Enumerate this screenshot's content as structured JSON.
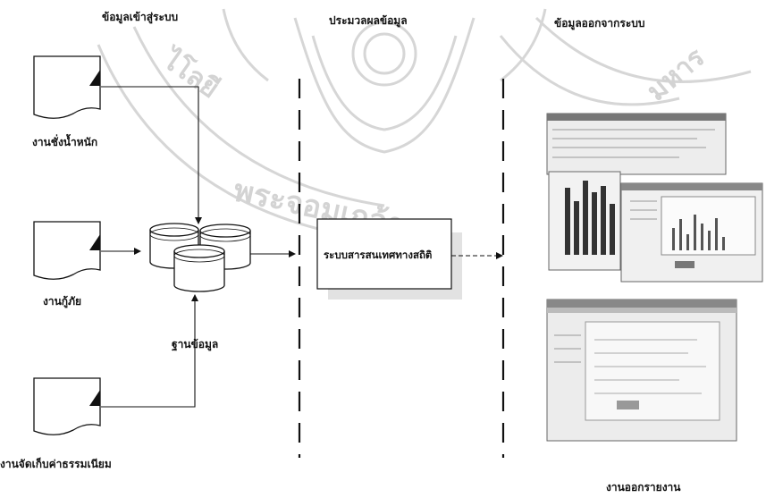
{
  "headers": {
    "input": "ข้อมูลเข้าสู่ระบบ",
    "process": "ประมวลผลข้อมูล",
    "output": "ข้อมูลออกจากระบบ"
  },
  "inputs": [
    {
      "label": "งานชั่งน้ำหนัก"
    },
    {
      "label": "งานกู้ภัย"
    },
    {
      "label": "งานจัดเก็บค่าธรรมเนียม"
    }
  ],
  "database_label": "ฐานข้อมูล",
  "process_box_label": "ระบบสารสนเทศทางสถิติ",
  "output_label": "งานออกรายงาน",
  "watermark": {
    "arc_text": "มหาวิทยาลัยพระจอมเกล้าธนบุรี"
  }
}
